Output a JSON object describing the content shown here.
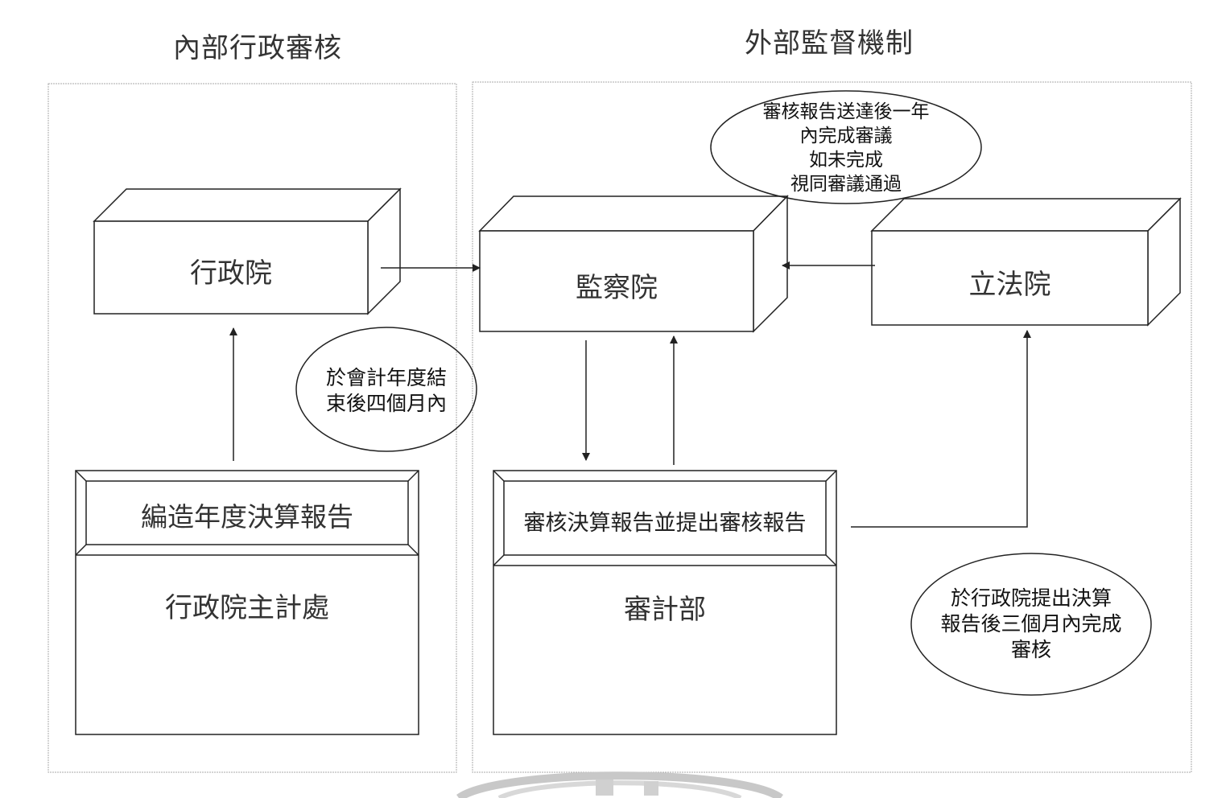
{
  "sections": {
    "internal_title": "內部行政審核",
    "external_title": "外部監督機制"
  },
  "nodes": {
    "executive_yuan": "行政院",
    "control_yuan": "監察院",
    "legislative_yuan": "立法院",
    "dgbas_task": "編造年度決算報告",
    "dgbas": "行政院主計處",
    "audit_task": "審核決算報告並提出審核報告",
    "audit_office": "審計部"
  },
  "notes": {
    "submission_deadline": [
      "於會計年度結",
      "束後四個月內"
    ],
    "legislative_review": [
      "審核報告送達後一年",
      "內完成審議",
      "如未完成",
      "視同審議通過"
    ],
    "audit_deadline": [
      "於行政院提出決算",
      "報告後三個月內完成",
      "審核"
    ]
  },
  "colors": {
    "line": "#222222",
    "panel_border": "#aaaaaa",
    "watermark": "#c8c8c8"
  }
}
